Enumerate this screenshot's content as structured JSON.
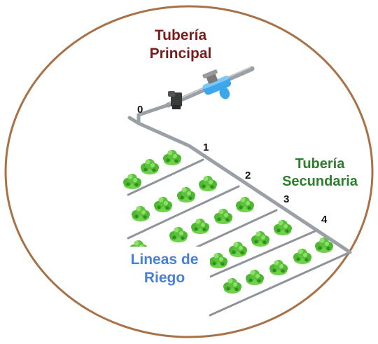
{
  "labels": {
    "main_pipe": {
      "line1": "Tubería",
      "line2": "Principal"
    },
    "secondary_pipe": {
      "line1": "Tubería",
      "line2": "Secundaria"
    },
    "drip_lines": {
      "line1": "Lineas de",
      "line2": "Riego"
    }
  },
  "points": [
    "0",
    "1",
    "2",
    "3",
    "4"
  ],
  "colors": {
    "frame": "#a87248",
    "pipe": "#9aa0a6",
    "main_label": "#7b1c1c",
    "secondary_label": "#2e7d2e",
    "drip_label": "#4a7fd6",
    "plant": "#5cc23c",
    "valve": "#3ea6ea"
  },
  "icons": [
    "pipe-elbow-icon",
    "valve-icon",
    "plant-icon"
  ]
}
